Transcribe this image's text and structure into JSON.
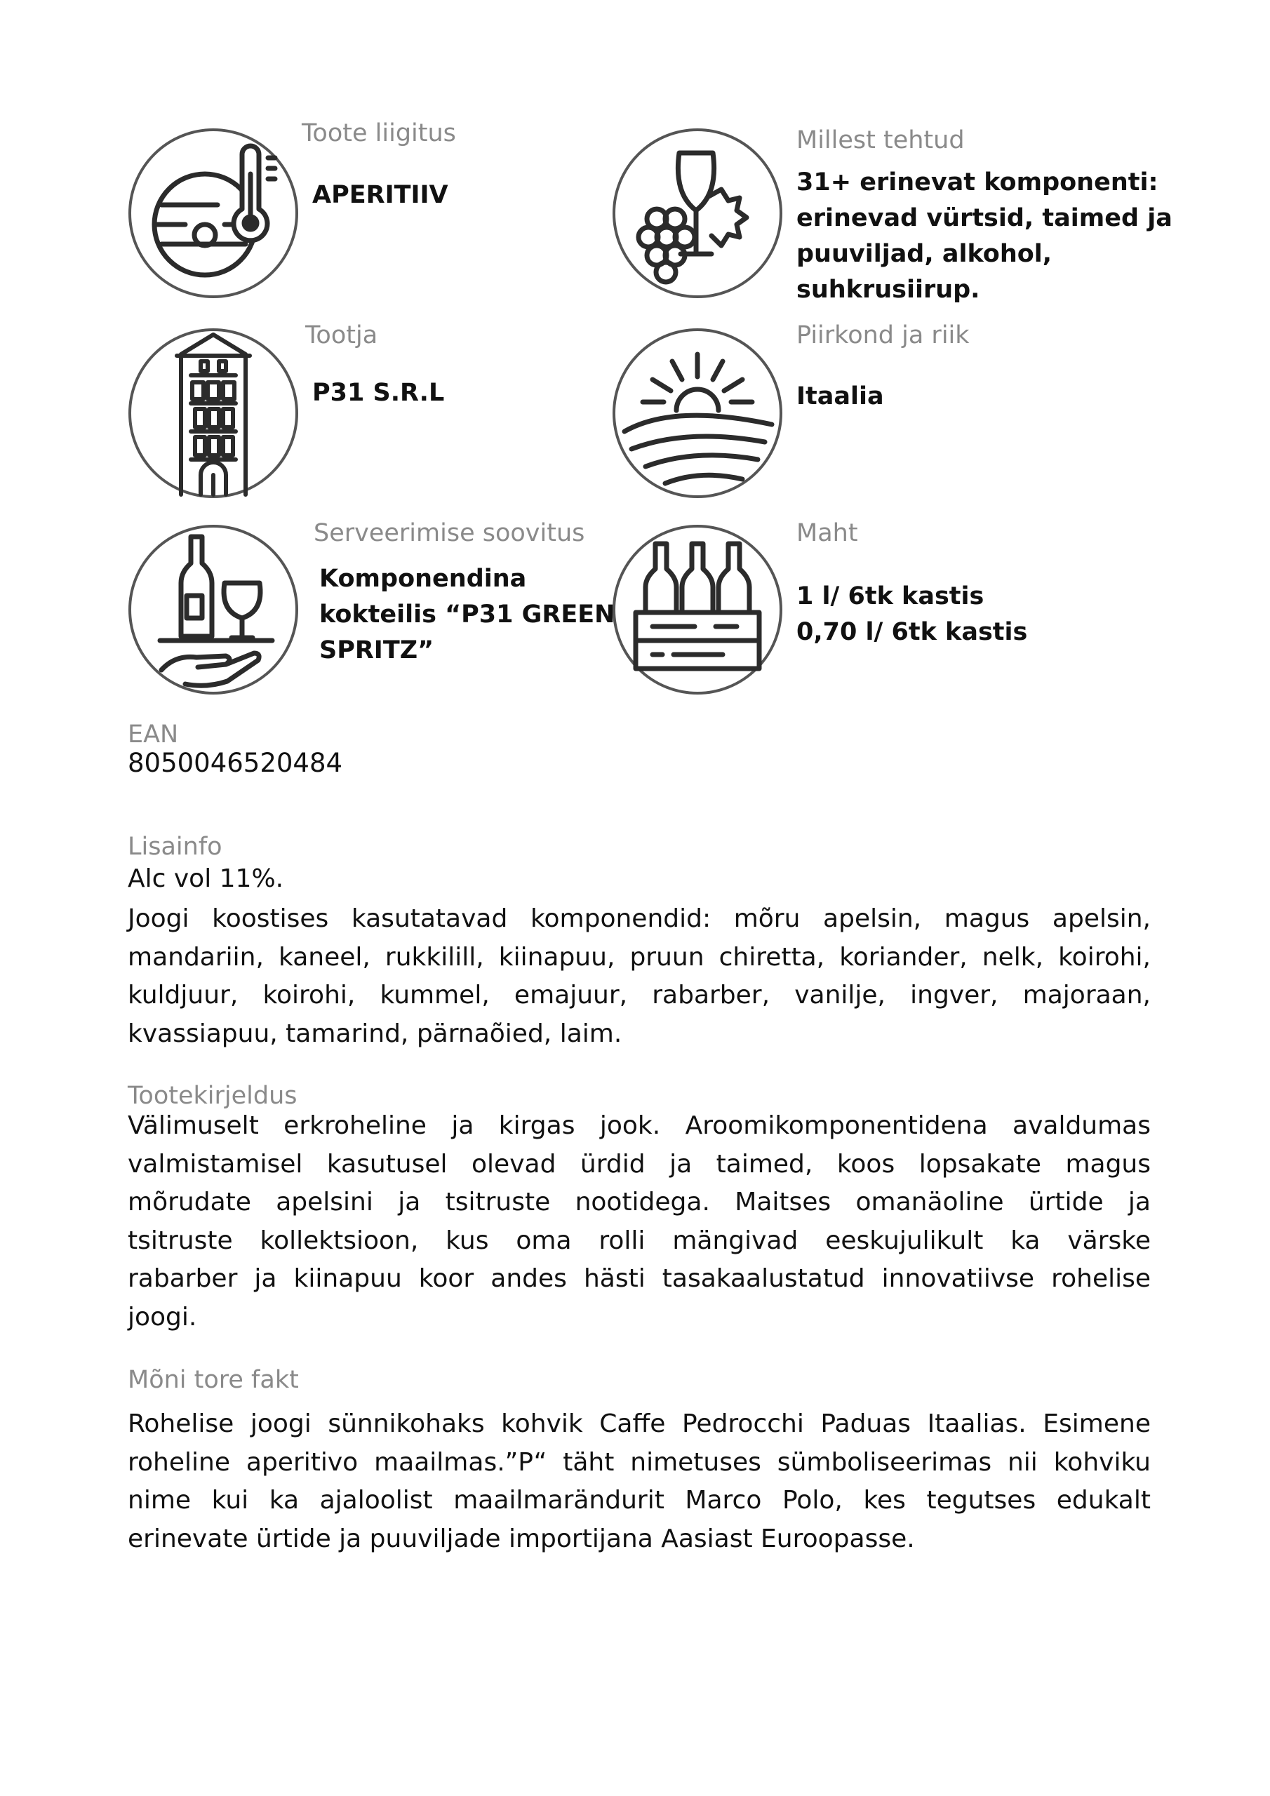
{
  "info_cards": [
    {
      "icon": "barrel-thermometer-icon",
      "label": "Toote liigitus",
      "lines": [
        "APERITIIV"
      ]
    },
    {
      "icon": "wine-glass-grapes-icon",
      "label": "Millest tehtud",
      "lines": [
        "31+ erinevat komponenti:",
        "erinevad vürtsid, taimed ja",
        "puuviljad, alkohol,",
        "suhkrusiirup."
      ]
    },
    {
      "icon": "building-icon",
      "label": "Tootja",
      "lines": [
        "P31 S.R.L"
      ]
    },
    {
      "icon": "sun-fields-icon",
      "label": "Piirkond ja riik",
      "lines": [
        "Itaalia"
      ]
    },
    {
      "icon": "serving-tray-bottle-glass-icon",
      "label": "Serveerimise soovitus",
      "lines": [
        "Komponendina",
        "kokteilis “P31 GREEN",
        "SPRITZ”"
      ]
    },
    {
      "icon": "bottle-crate-icon",
      "label": "Maht",
      "lines": [
        "1 l/ 6tk kastis",
        "0,70 l/ 6tk kastis"
      ]
    }
  ],
  "ean": {
    "label": "EAN",
    "value": "8050046520484"
  },
  "lisainfo": {
    "label": "Lisainfo",
    "alc": "Alc vol 11%.",
    "lines": [
      "Joogi koostises kasutatavad komponendid: mõru apelsin, magus apelsin,",
      "mandariin, kaneel, rukkilill, kiinapuu, pruun chiretta, koriander, nelk, koirohi,",
      "kuldjuur, koirohi, kummel, emajuur, rabarber, vanilje, ingver, majoraan,",
      "kvassiapuu, tamarind, pärnaõied, laim."
    ]
  },
  "tootekirjeldus": {
    "label": "Tootekirjeldus",
    "lines": [
      "Välimuselt erkroheline ja kirgas jook. Aroomikomponentidena avaldumas",
      "valmistamisel kasutusel olevad ürdid ja taimed, koos lopsakate magus",
      "mõrudate apelsini ja tsitruste nootidega. Maitses omanäoline ürtide ja",
      "tsitruste kollektsioon, kus oma rolli mängivad eeskujulikult ka värske",
      "rabarber ja kiinapuu koor andes hästi tasakaalustatud innovatiivse rohelise",
      "joogi."
    ]
  },
  "fakt": {
    "label": "Mõni tore fakt",
    "lines": [
      "Rohelise joogi sünnikohaks kohvik Caffe Pedrocchi Paduas Itaalias. Esimene",
      "roheline aperitivo maailmas.”P“ täht nimetuses sümboliseerimas nii kohviku",
      "nime kui ka ajaloolist maailmarändurit  Marco Polo, kes tegutses edukalt",
      "erinevate ürtide ja puuviljade importijana Aasiast Euroopasse."
    ]
  }
}
